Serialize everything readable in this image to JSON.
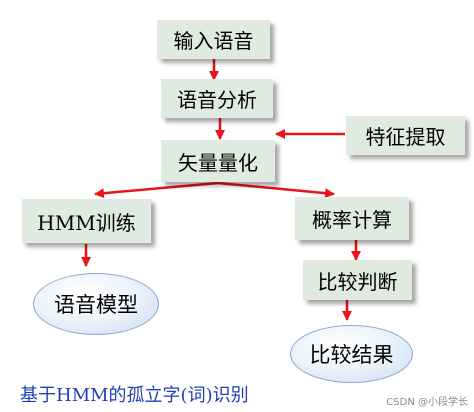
{
  "nodes": {
    "input_speech": "输入语音",
    "speech_analysis": "语音分析",
    "vector_quantization": "矢量量化",
    "feature_extraction": "特征提取",
    "hmm_training": "HMM训练",
    "probability_calc": "概率计算",
    "speech_model": "语音模型",
    "compare_judge": "比较判断",
    "compare_result": "比较结果"
  },
  "caption": "基于HMM的孤立字(词)识别",
  "watermark": "CSDN @小段学长",
  "colors": {
    "arrow": "#e8141a",
    "box_fill": "#dfeae0",
    "oval_border": "#8aa8d0",
    "caption": "#1f3fb5"
  }
}
